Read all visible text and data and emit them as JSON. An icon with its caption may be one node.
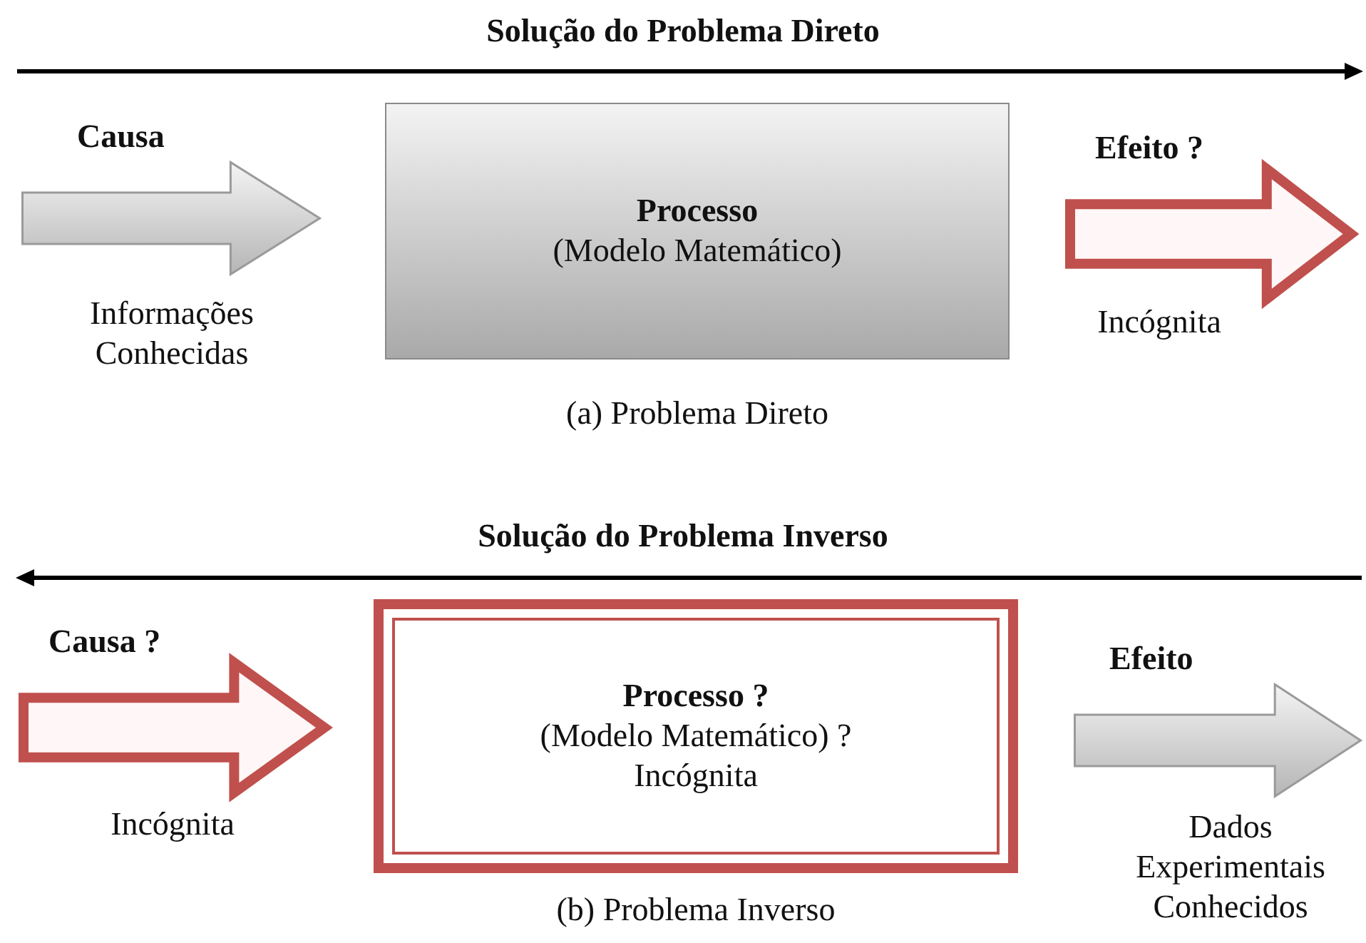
{
  "diagram": {
    "nodes": [
      {
        "text": [
          "Causa",
          "Informações Conhecidas"
        ]
      },
      {
        "text": [
          "Processo",
          "(Modelo Matemático)"
        ],
        "beside": [
          "(a) Problema Direto"
        ]
      },
      {
        "text": [
          "Efeito ?",
          "Incógnita"
        ]
      },
      {
        "text": [
          "Causa ?",
          "Incógnita"
        ]
      },
      {
        "text": [
          "Processo ?",
          "(Modelo Matemático) ?",
          "Incógnita"
        ],
        "beside": [
          "(b) Problema Inverso"
        ]
      },
      {
        "text": [
          "Efeito",
          "Dados Experimentais Conhecidos"
        ]
      }
    ],
    "labels": [
      "Solução do Problema Direto",
      "Solução do Problema Inverso"
    ]
  }
}
